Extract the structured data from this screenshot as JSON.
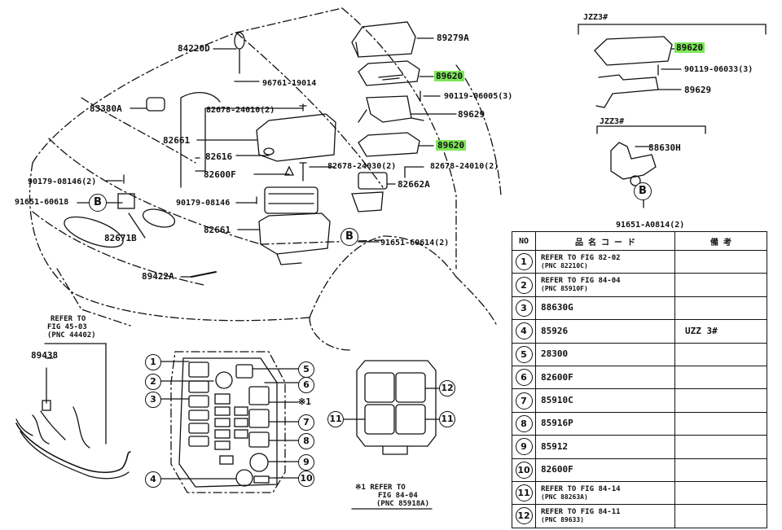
{
  "part_labels": {
    "p84220D": "84220D",
    "p89279A": "89279A",
    "p89620_a": "89620",
    "p96761_19014": "96761-19014",
    "p90119_06005": "90119-06005(3)",
    "p83380A": "83380A",
    "p82678_24010_top": "82678-24010(2)",
    "p89629_mid": "89629",
    "p82661_top": "82661",
    "p82616": "82616",
    "p89620_b": "89620",
    "p82600F": "82600F",
    "p82678_24030": "82678-24030(2)",
    "p82678_24010_right": "82678-24010(2)",
    "p90179_08146_left": "90179-08146(2)",
    "p82662A": "82662A",
    "p91651_60618": "91651-60618",
    "p90179_08146_mid": "90179-08146",
    "p82661_low": "82661",
    "p91651_60614": "91651-60614(2)",
    "p82671B": "82671B",
    "p89422A": "89422A",
    "p89438": "89438",
    "jzz3_top": "JZZ3#",
    "p89620_c": "89620",
    "p90119_06033": "90119-06033(3)",
    "p89629_right": "89629",
    "jzz3_mid": "JZZ3#",
    "p88630H": "88630H",
    "p91651_A0814": "91651-A0814(2)"
  },
  "refer_notes": {
    "fig45_line1": "REFER TO",
    "fig45_line2": "FIG 45-03",
    "fig45_line3": "(PNC 44402)",
    "fig84_line1": "※1 REFER TO",
    "fig84_line2": "FIG 84-04",
    "fig84_line3": "(PNC 85918A)",
    "star1": "※1"
  },
  "callouts": [
    "B",
    "B",
    "B"
  ],
  "box_numbers": [
    "1",
    "2",
    "3",
    "4",
    "5",
    "6",
    "7",
    "8",
    "9",
    "10",
    "11",
    "12",
    "11"
  ],
  "highlight_color": "#7ee65a",
  "table": {
    "headers": [
      "NO",
      "品 名 コ ー ド",
      "備 考"
    ],
    "rows": [
      {
        "no": "1",
        "code": "REFER TO FIG 82-02",
        "code2": "(PNC 82210C)",
        "remark": ""
      },
      {
        "no": "2",
        "code": "REFER TO FIG 84-04",
        "code2": "(PNC 85910F)",
        "remark": ""
      },
      {
        "no": "3",
        "code": "88630G",
        "code2": "",
        "remark": ""
      },
      {
        "no": "4",
        "code": "85926",
        "code2": "",
        "remark": "UZZ 3#"
      },
      {
        "no": "5",
        "code": "28300",
        "code2": "",
        "remark": ""
      },
      {
        "no": "6",
        "code": "82600F",
        "code2": "",
        "remark": ""
      },
      {
        "no": "7",
        "code": "85910C",
        "code2": "",
        "remark": ""
      },
      {
        "no": "8",
        "code": "85916P",
        "code2": "",
        "remark": ""
      },
      {
        "no": "9",
        "code": "85912",
        "code2": "",
        "remark": ""
      },
      {
        "no": "10",
        "code": "82600F",
        "code2": "",
        "remark": ""
      },
      {
        "no": "11",
        "code": "REFER TO FIG 84-14",
        "code2": "(PNC 88263A)",
        "remark": ""
      },
      {
        "no": "12",
        "code": "REFER TO FIG 84-11",
        "code2": "(PNC 89633)",
        "remark": ""
      }
    ]
  }
}
